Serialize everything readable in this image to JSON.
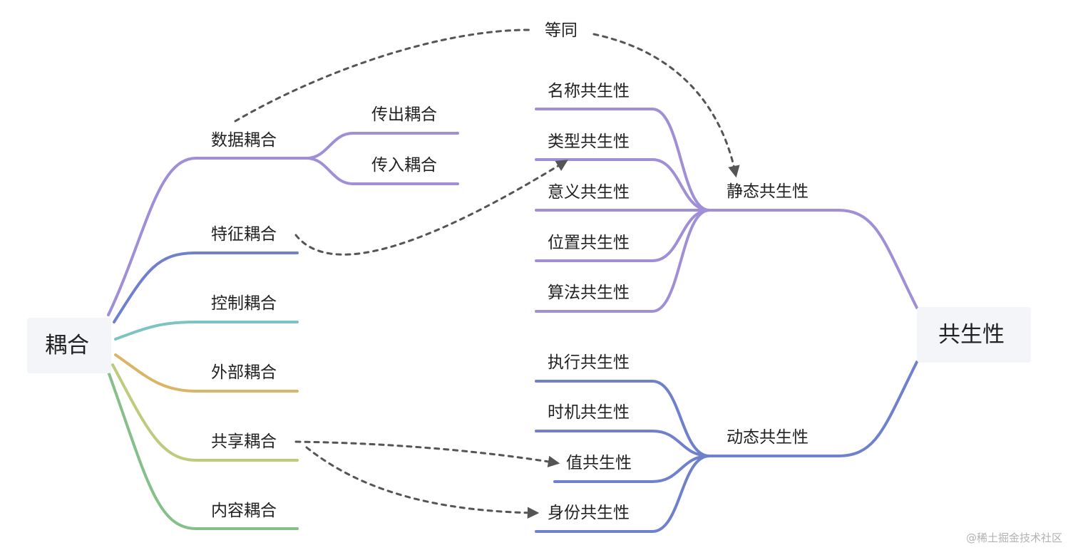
{
  "roots": {
    "coupling": "耦合",
    "connascence": "共生性"
  },
  "coupling_types": {
    "data": "数据耦合",
    "data_out": "传出耦合",
    "data_in": "传入耦合",
    "stamp": "特征耦合",
    "control": "控制耦合",
    "external": "外部耦合",
    "common": "共享耦合",
    "content": "内容耦合"
  },
  "connascence_groups": {
    "static": "静态共生性",
    "dynamic": "动态共生性"
  },
  "static_types": {
    "name": "名称共生性",
    "type": "类型共生性",
    "meaning": "意义共生性",
    "position": "位置共生性",
    "algorithm": "算法共生性"
  },
  "dynamic_types": {
    "execution": "执行共生性",
    "timing": "时机共生性",
    "value": "值共生性",
    "identity": "身份共生性"
  },
  "relations": {
    "equivalent": "等同"
  },
  "colors": {
    "purple": "#a08ed6",
    "blue": "#6f80cc",
    "teal": "#7cc3c2",
    "gold": "#dbb565",
    "olive": "#bdcb7c",
    "green": "#85c08a",
    "dashed": "#555555"
  },
  "watermark": "@稀土掘金技术社区"
}
